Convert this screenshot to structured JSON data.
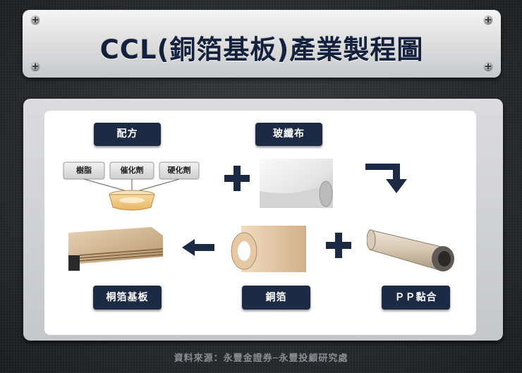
{
  "title": "CCL(銅箔基板)產業製程圖",
  "labels": {
    "recipe": "配方",
    "glass_fabric": "玻纖布",
    "ccl_board": "桐箔基板",
    "copper_foil": "銅箔",
    "pp_bonding": "ＰＰ黏合"
  },
  "tanks": [
    "樹脂",
    "催化劑",
    "硬化劑"
  ],
  "source": "資料來源：永豐金證券─永豐投顧研究處",
  "colors": {
    "navy": "#1d2a44",
    "title_text": "#14213d"
  }
}
